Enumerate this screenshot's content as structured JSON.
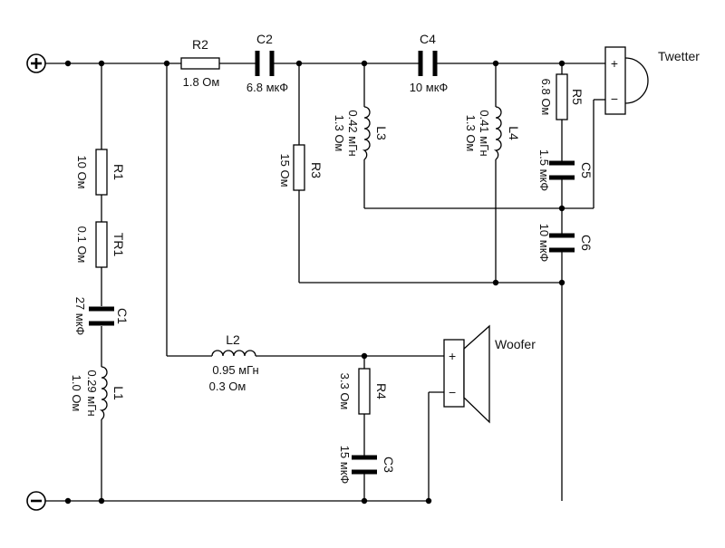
{
  "terminals": {
    "plus": "+",
    "minus": "−"
  },
  "components": {
    "R1": {
      "name": "R1",
      "value": "10 Ом"
    },
    "TR1": {
      "name": "TR1",
      "value": "0.1 Ом"
    },
    "C1": {
      "name": "C1",
      "value": "27 мкФ"
    },
    "L1": {
      "name": "L1",
      "value": "0.29 мГн",
      "value2": "1.0 Ом"
    },
    "R2": {
      "name": "R2",
      "value": "1.8 Ом"
    },
    "C2": {
      "name": "C2",
      "value": "6.8 мкФ"
    },
    "R3": {
      "name": "R3",
      "value": "15 Ом"
    },
    "L3": {
      "name": "L3",
      "value": "0.42 мГн",
      "value2": "1.3 Ом"
    },
    "C4": {
      "name": "C4",
      "value": "10 мкФ"
    },
    "L4": {
      "name": "L4",
      "value": "0.41 мГн",
      "value2": "1.3 Ом"
    },
    "R5": {
      "name": "R5",
      "value": "6.8 Ом"
    },
    "C5": {
      "name": "C5",
      "value": "1.5 мкФ"
    },
    "C6": {
      "name": "C6",
      "value": "10 мкФ"
    },
    "L2": {
      "name": "L2",
      "value": "0.95 мГн",
      "value2": "0.3 Ом"
    },
    "R4": {
      "name": "R4",
      "value": "3.3 Ом"
    },
    "C3": {
      "name": "C3",
      "value": "15 мкФ"
    }
  },
  "speakers": {
    "tweeter": {
      "name": "Twetter",
      "plus": "+",
      "minus": "−"
    },
    "woofer": {
      "name": "Woofer",
      "plus": "+",
      "minus": "−"
    }
  }
}
